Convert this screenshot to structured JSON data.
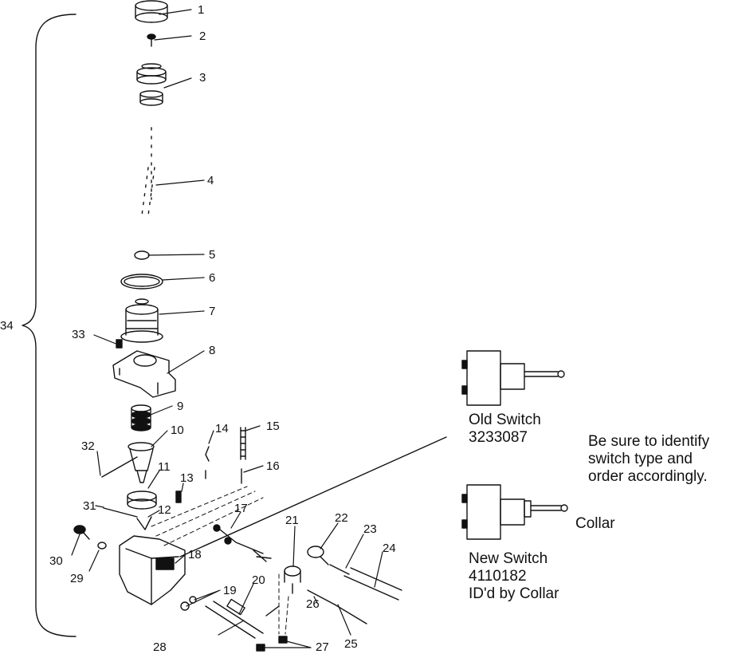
{
  "callouts": [
    "1",
    "2",
    "3",
    "4",
    "5",
    "6",
    "7",
    "8",
    "9",
    "10",
    "11",
    "12",
    "13",
    "14",
    "15",
    "16",
    "17",
    "18",
    "19",
    "20",
    "21",
    "22",
    "23",
    "24",
    "25",
    "26",
    "27",
    "28",
    "29",
    "30",
    "31",
    "32",
    "33",
    "34"
  ],
  "old_switch": {
    "title": "Old Switch",
    "part_number": "3233087"
  },
  "new_switch": {
    "title": "New Switch",
    "part_number": "4110182",
    "note": "ID'd by Collar",
    "collar_label": "Collar"
  },
  "instruction": [
    "Be sure to identify",
    "switch type and",
    "order accordingly."
  ]
}
